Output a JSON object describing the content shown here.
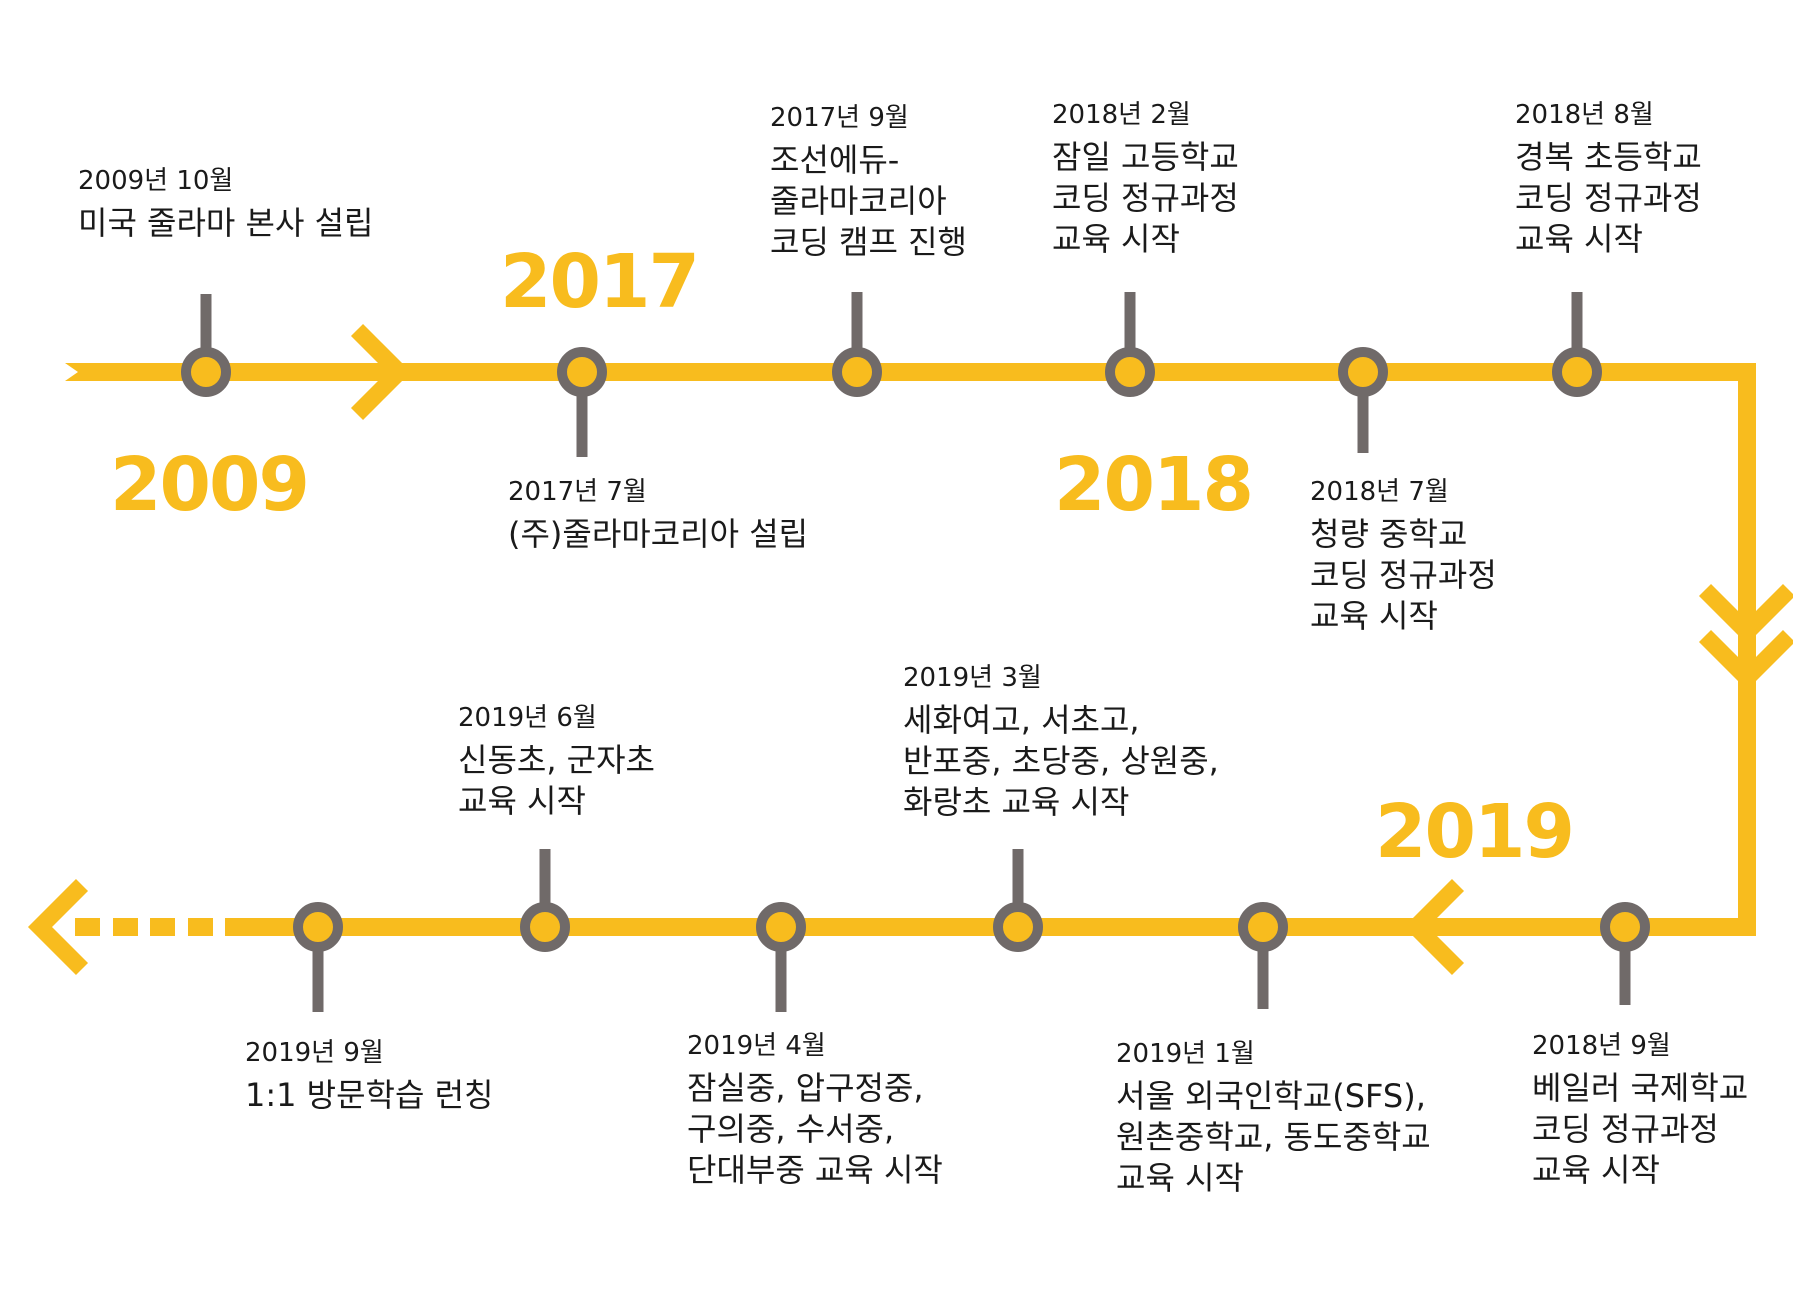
{
  "colors": {
    "track": "#F8BC1E",
    "node": "#706A69",
    "node_fill": "#F8BC1E",
    "text": "#1a1a1a"
  },
  "years": [
    "2009",
    "2017",
    "2018",
    "2019"
  ],
  "events": [
    {
      "date": "2009년 10월",
      "lines": [
        "미국 줄라마 본사 설립"
      ]
    },
    {
      "date": "2017년 7월",
      "lines": [
        "(주)줄라마코리아 설립"
      ]
    },
    {
      "date": "2017년 9월",
      "lines": [
        "조선에듀-",
        "줄라마코리아",
        "코딩 캠프 진행"
      ]
    },
    {
      "date": "2018년 2월",
      "lines": [
        "잠일 고등학교",
        "코딩 정규과정",
        "교육 시작"
      ]
    },
    {
      "date": "2018년 7월",
      "lines": [
        "청량 중학교",
        "코딩 정규과정",
        "교육 시작"
      ]
    },
    {
      "date": "2018년 8월",
      "lines": [
        "경복 초등학교",
        "코딩 정규과정",
        "교육 시작"
      ]
    },
    {
      "date": "2018년 9월",
      "lines": [
        "베일러 국제학교",
        "코딩 정규과정",
        "교육 시작"
      ]
    },
    {
      "date": "2019년 1월",
      "lines": [
        "서울 외국인학교(SFS),",
        "원촌중학교, 동도중학교",
        "교육 시작"
      ]
    },
    {
      "date": "2019년 3월",
      "lines": [
        "세화여고, 서초고,",
        "반포중, 초당중, 상원중,",
        "화랑초 교육 시작"
      ]
    },
    {
      "date": "2019년 4월",
      "lines": [
        "잠실중, 압구정중,",
        "구의중, 수서중,",
        "단대부중 교육 시작"
      ]
    },
    {
      "date": "2019년 6월",
      "lines": [
        "신동초, 군자초",
        "교육 시작"
      ]
    },
    {
      "date": "2019년 9월",
      "lines": [
        "1:1 방문학습 런칭"
      ]
    }
  ]
}
